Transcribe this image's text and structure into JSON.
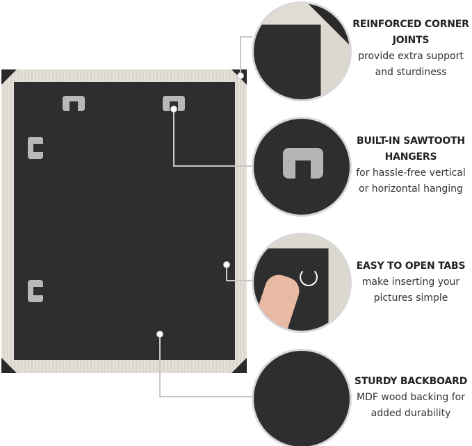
{
  "features": [
    {
      "title": "REINFORCED CORNER JOINTS",
      "description": "provide extra support and sturdiness",
      "icon": "corner-joint-icon"
    },
    {
      "title": "BUILT-IN SAWTOOTH HANGERS",
      "description": "for hassle-free vertical or horizontal hanging",
      "icon": "sawtooth-hanger-icon"
    },
    {
      "title": "EASY TO OPEN TABS",
      "description": "make inserting your pictures simple",
      "icon": "rotate-tab-icon"
    },
    {
      "title": "STURDY BACKBOARD",
      "description": "MDF wood backing for added durability",
      "icon": "backboard-icon"
    }
  ],
  "colors": {
    "backboard": "#2e2e2e",
    "wood": "#e4e0d8",
    "text": "#222222"
  }
}
